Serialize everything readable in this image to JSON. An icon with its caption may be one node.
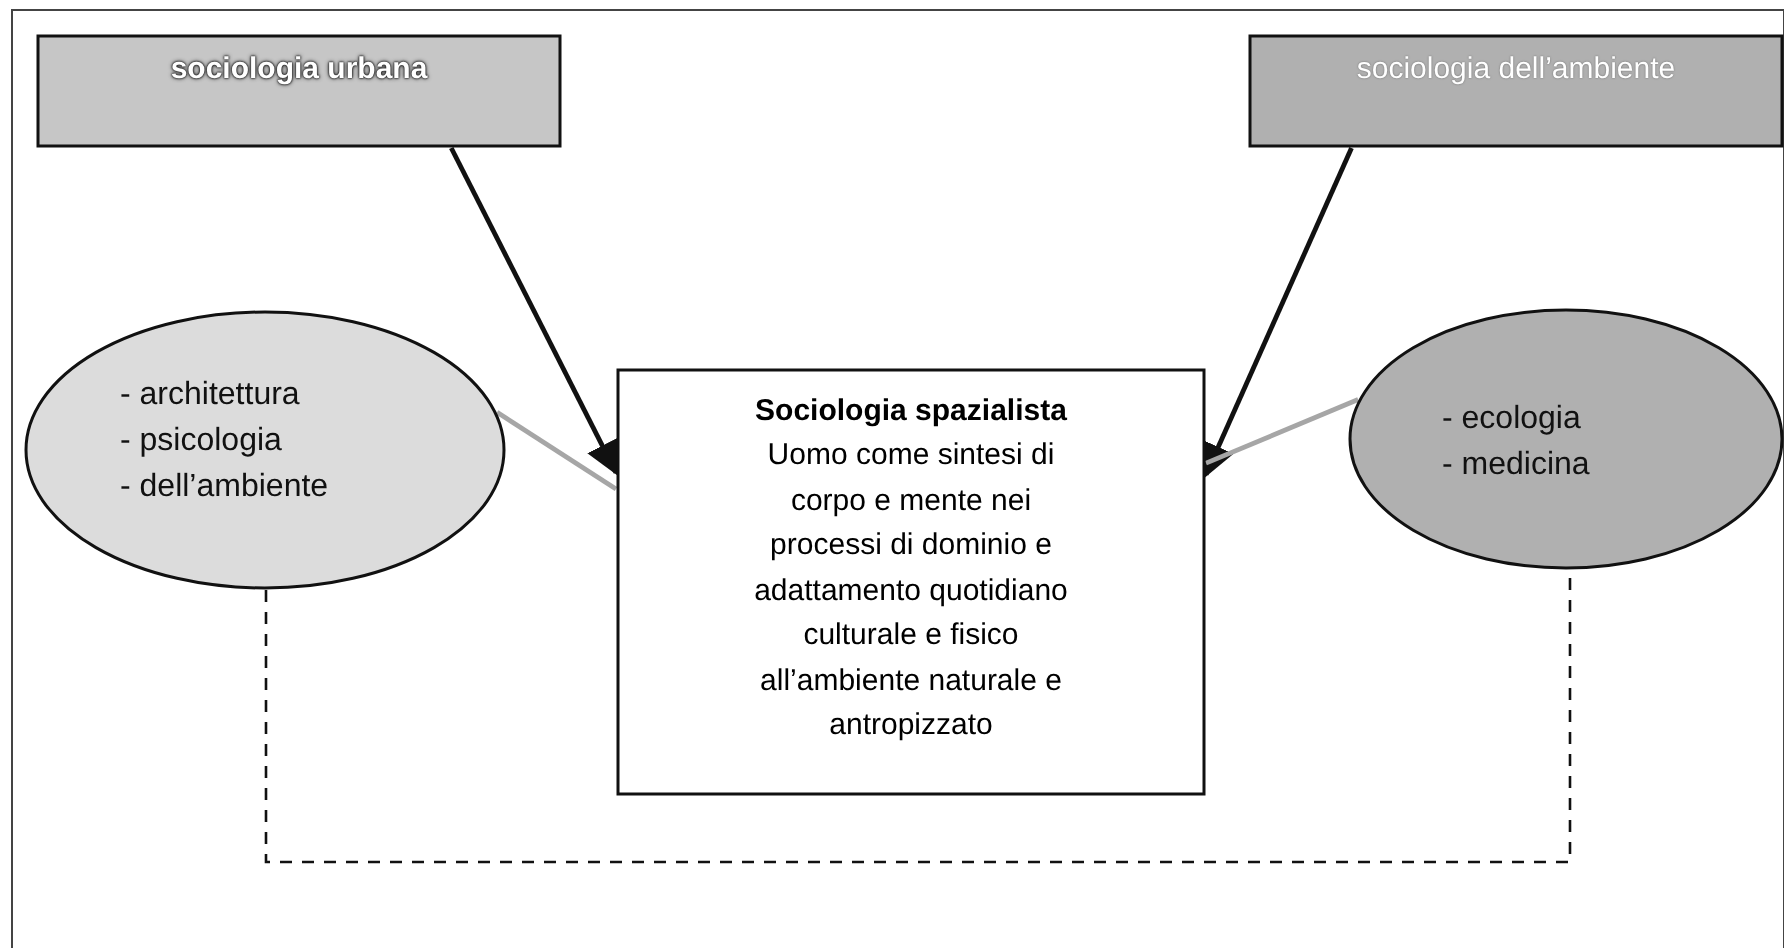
{
  "diagram": {
    "nodes": [
      {
        "text": [
          "sociologia urbana"
        ]
      },
      {
        "text": [
          "sociologia dell’ambiente"
        ]
      },
      {
        "text": [
          "- architettura",
          "- psicologia",
          "- dell’ambiente"
        ]
      },
      {
        "text": [
          "Sociologia spazialista",
          "Uomo come sintesi di corpo e mente nei processi di dominio e adattamento quotidiano culturale e fisico all’ambiente naturale e antropizzato"
        ]
      },
      {
        "text": [
          "- ecologia",
          "- medicina"
        ]
      }
    ],
    "edges": [
      {
        "from": 0,
        "to": 3,
        "arrow": "to"
      },
      {
        "from": 1,
        "to": 3,
        "arrow": "to"
      },
      {
        "from": 2,
        "to": 3,
        "arrow": "none",
        "color": "#a6a6a6"
      },
      {
        "from": 4,
        "to": 3,
        "arrow": "none",
        "color": "#a6a6a6"
      },
      {
        "from": 2,
        "to": 4,
        "arrow": "none",
        "style": "dashed"
      }
    ]
  }
}
